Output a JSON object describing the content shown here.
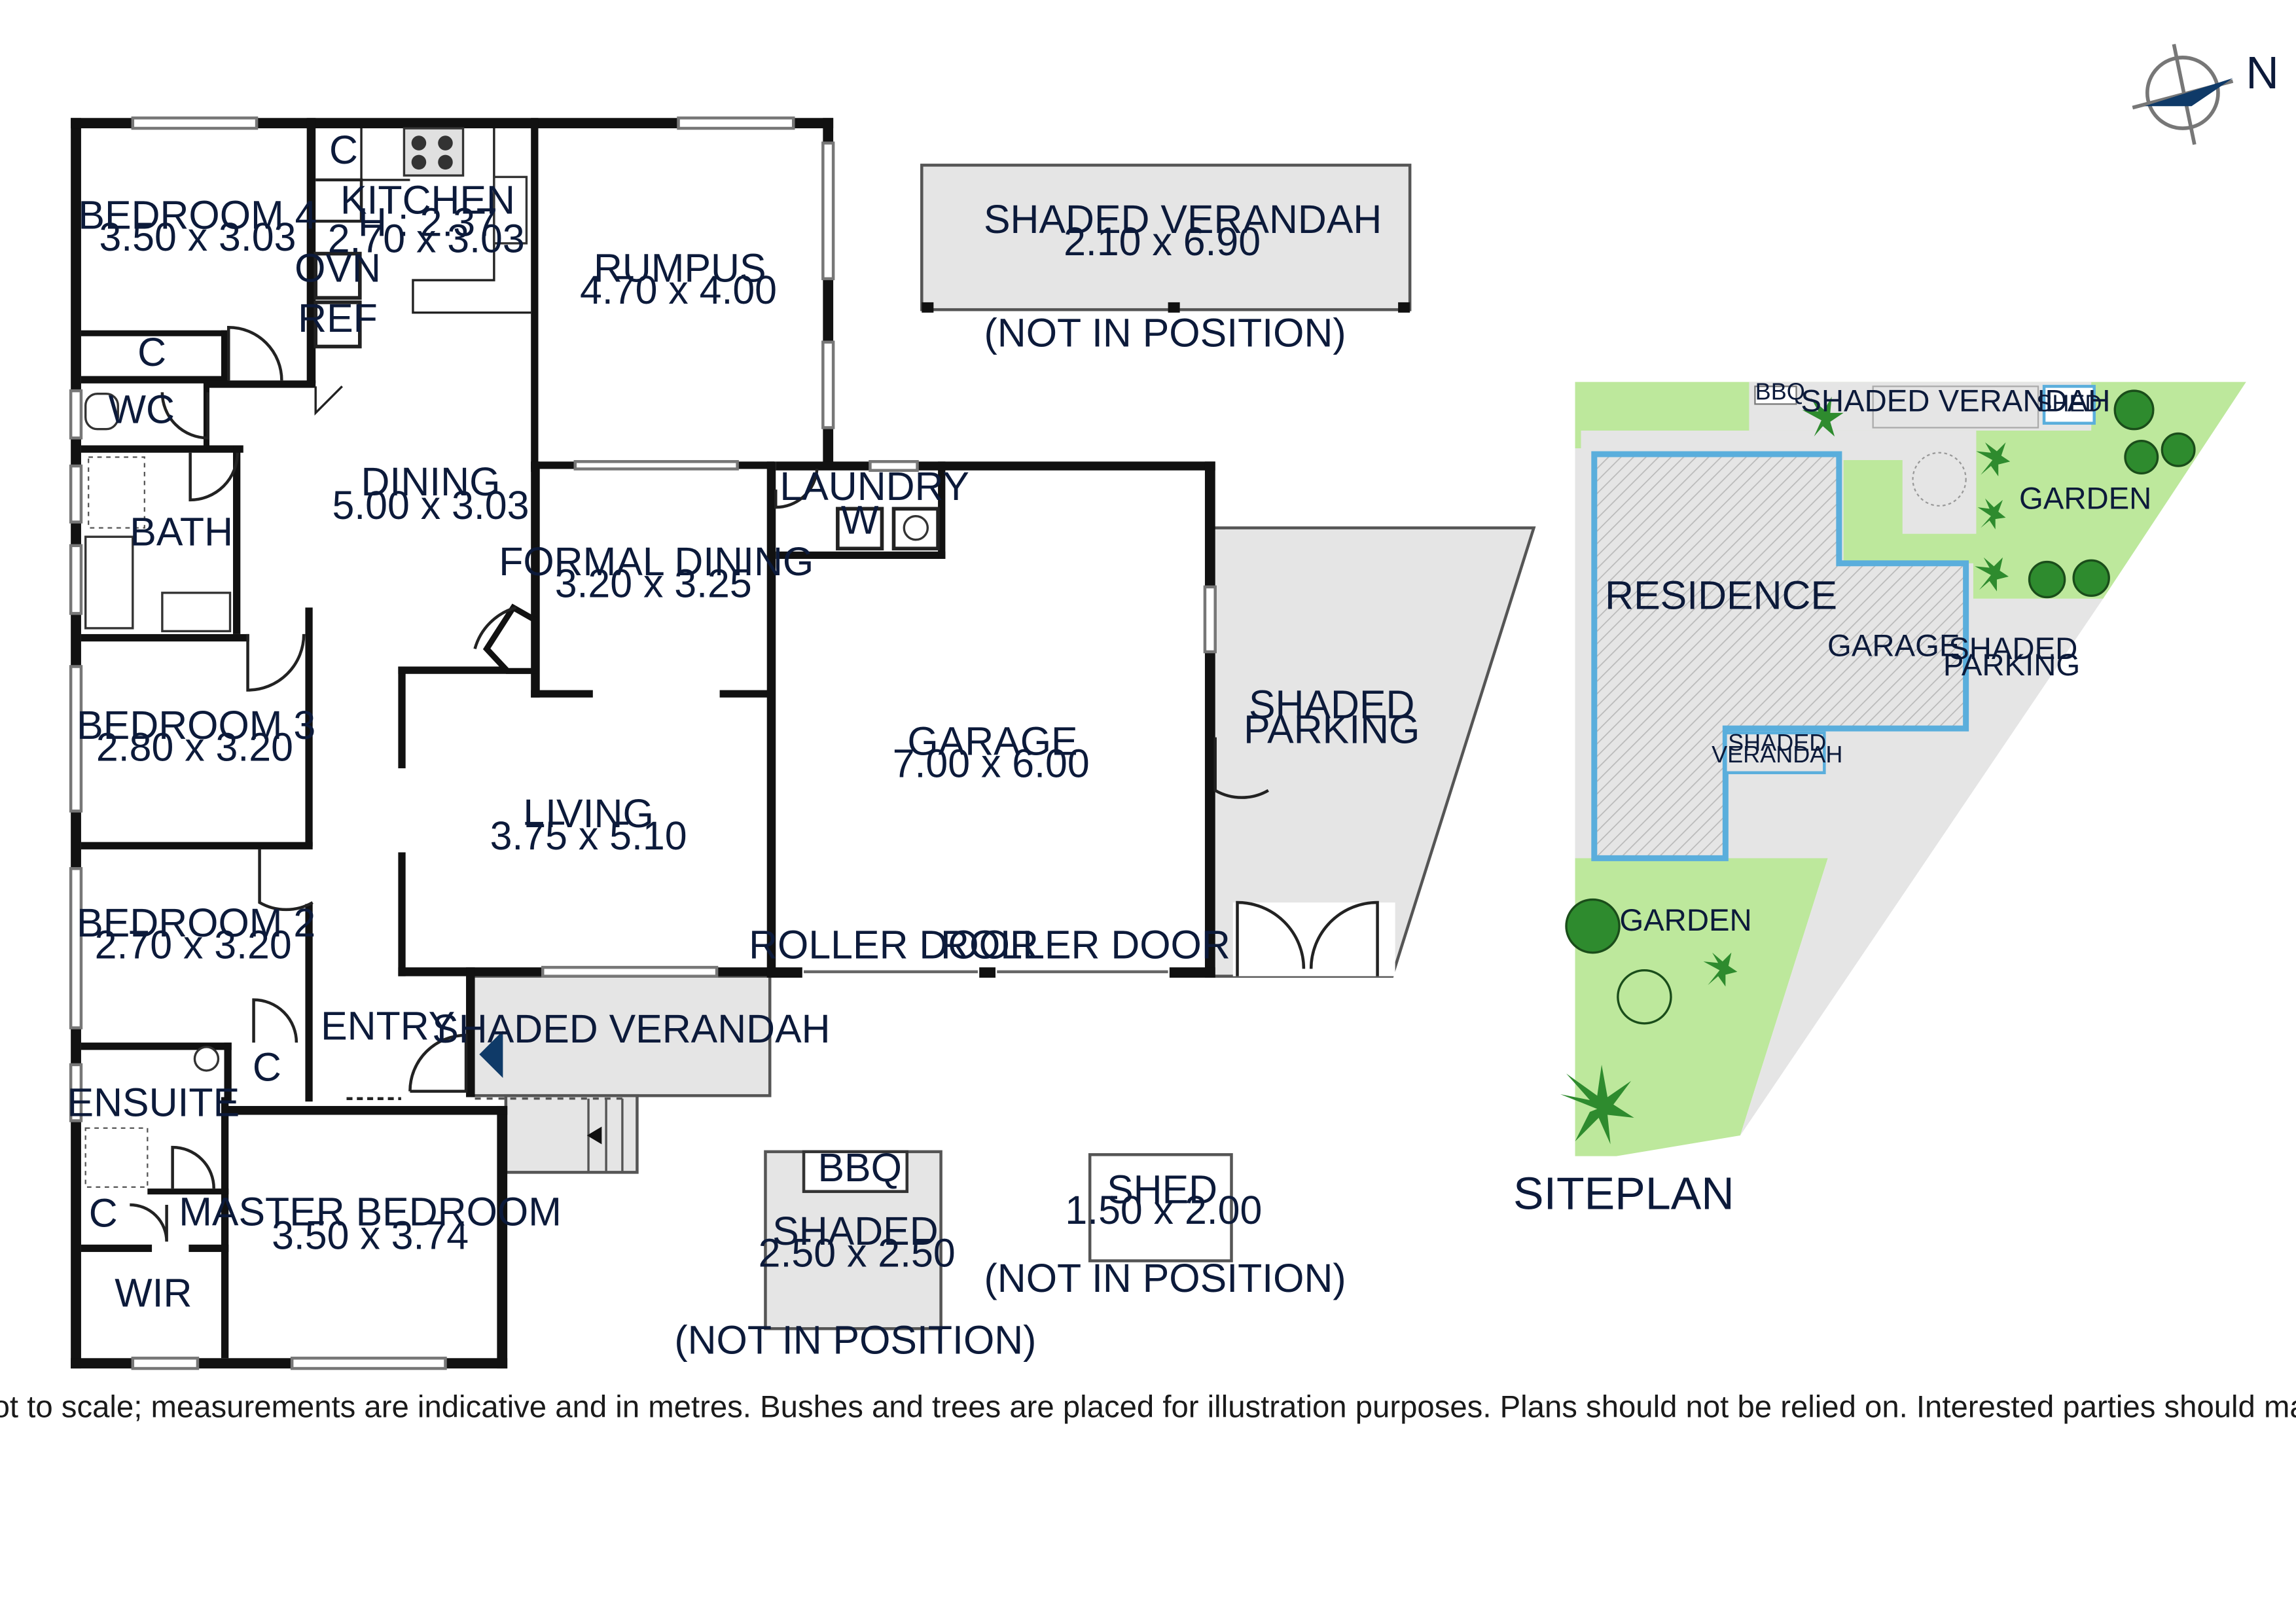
{
  "floorplan": {
    "rooms": {
      "bedroom4": {
        "name": "BEDROOM 4",
        "dims": "3.50 x 3.03"
      },
      "kitchen": {
        "name": "KITCHEN",
        "height": "H : 2.37",
        "dims": "2.70 x 3.03"
      },
      "rumpus": {
        "name": "RUMPUS",
        "dims": "4.70 x 4.00"
      },
      "dining": {
        "name": "DINING",
        "dims": "5.00 x 3.03"
      },
      "formal_dining": {
        "name": "FORMAL DINING",
        "dims": "3.20 x 3.25"
      },
      "laundry": {
        "name": "LAUNDRY"
      },
      "garage": {
        "name": "GARAGE",
        "dims": "7.00 x 6.00"
      },
      "living": {
        "name": "LIVING",
        "dims": "3.75 x 5.10"
      },
      "bedroom3": {
        "name": "BEDROOM 3",
        "dims": "2.80 x 3.20"
      },
      "bedroom2": {
        "name": "BEDROOM 2",
        "dims": "2.70 x 3.20"
      },
      "bath": {
        "name": "BATH"
      },
      "wc": {
        "name": "WC"
      },
      "ensuite": {
        "name": "ENSUITE"
      },
      "wir": {
        "name": "WIR"
      },
      "master_bedroom": {
        "name": "MASTER BEDROOM",
        "dims": "3.50 x 3.74"
      },
      "entry": {
        "name": "ENTRY"
      },
      "shaded_verandah_front": {
        "name": "SHADED VERANDAH"
      },
      "shaded_parking": {
        "line1": "SHADED",
        "line2": "PARKING"
      }
    },
    "fixtures": {
      "cupboard": "C",
      "oven": "OVN",
      "fridge": "REF",
      "washer": "W",
      "roller_door": "ROLLER DOOR"
    },
    "outbuildings": {
      "verandah": {
        "name": "SHADED VERANDAH",
        "dims": "2.10 x 6.90",
        "note": "(NOT IN POSITION)"
      },
      "bbq_area": {
        "bbq": "BBQ",
        "name": "SHADED",
        "dims": "2.50 x 2.50",
        "note": "(NOT IN POSITION)"
      },
      "shed": {
        "name": "SHED",
        "dims": "1.50 x 2.00",
        "note": "(NOT IN POSITION)"
      }
    }
  },
  "siteplan": {
    "title": "SITEPLAN",
    "labels": {
      "residence": "RESIDENCE",
      "garage": "GARAGE",
      "shaded_parking_1": "SHADED",
      "shaded_parking_2": "PARKING",
      "shaded_verandah_top": "SHADED VERANDAH",
      "shaded_verandah_small_1": "SHADED",
      "shaded_verandah_small_2": "VERANDAH",
      "bbq": "BBQ",
      "shed": "SHED",
      "garden_east": "GARDEN",
      "garden_south": "GARDEN"
    }
  },
  "compass": {
    "north": "N"
  },
  "disclaimer": "The site plan and floor plan are not to scale; measurements are indicative and in metres. Bushes and trees are placed for illustration purposes. Plans should not be relied on. Interested parties should make and rely on their own enquiries.",
  "colors": {
    "text": "#0c1a3a",
    "wall": "#111111",
    "lawn": "#bde89c",
    "tree": "#2e8b2e",
    "house_outline": "#5aaedc",
    "pavement": "#e5e5e5",
    "entry_arrow": "#0f3a68"
  }
}
